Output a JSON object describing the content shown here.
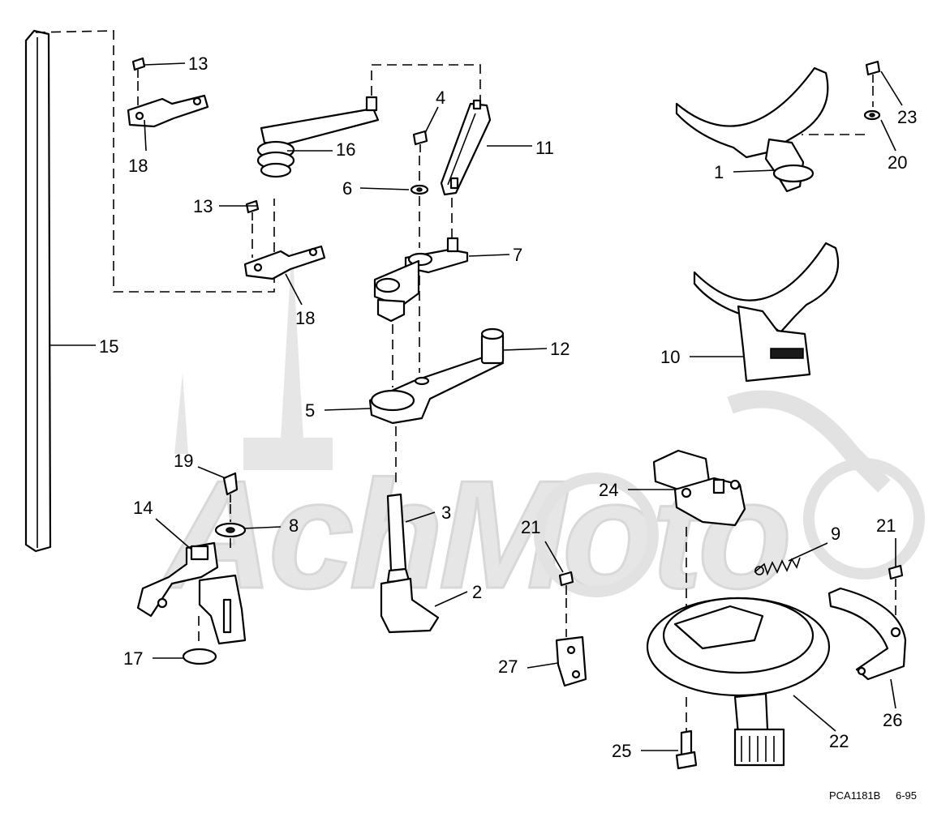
{
  "watermark": "AchMoto",
  "callouts": {
    "p1": "1",
    "p2": "2",
    "p3": "3",
    "p4": "4",
    "p5": "5",
    "p6": "6",
    "p7": "7",
    "p8": "8",
    "p9": "9",
    "p10": "10",
    "p11": "11",
    "p12": "12",
    "p13a": "13",
    "p13b": "13",
    "p14": "14",
    "p15": "15",
    "p16": "16",
    "p17": "17",
    "p18a": "18",
    "p18b": "18",
    "p19": "19",
    "p20": "20",
    "p21a": "21",
    "p21b": "21",
    "p22": "22",
    "p23": "23",
    "p24": "24",
    "p25": "25",
    "p26": "26",
    "p27": "27"
  },
  "footer": {
    "code": "PCA1181B",
    "date": "6-95"
  }
}
